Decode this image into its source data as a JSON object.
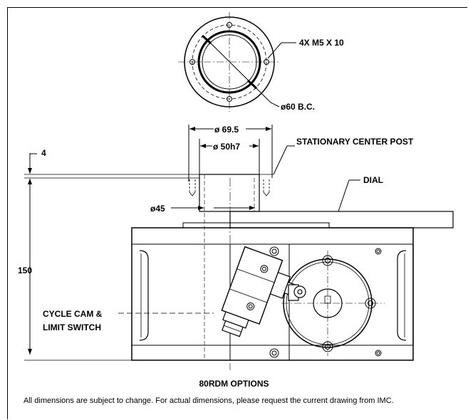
{
  "labels": {
    "bolt_spec": "4X M5 X 10",
    "bolt_circle": "ø60 B.C.",
    "dia_outer": "ø 69.5",
    "dia_inner": "ø 50h7",
    "post": "STATIONARY CENTER POST",
    "dial": "DIAL",
    "dia_45": "ø45",
    "dim_4": "4",
    "dim_150": "150",
    "cam_line1": "CYCLE CAM &",
    "cam_line2": "LIMIT SWITCH"
  },
  "title": "80RDM OPTIONS",
  "note": "All dimensions are subject to change. For actual dimensions, please request the current drawing from IMC."
}
